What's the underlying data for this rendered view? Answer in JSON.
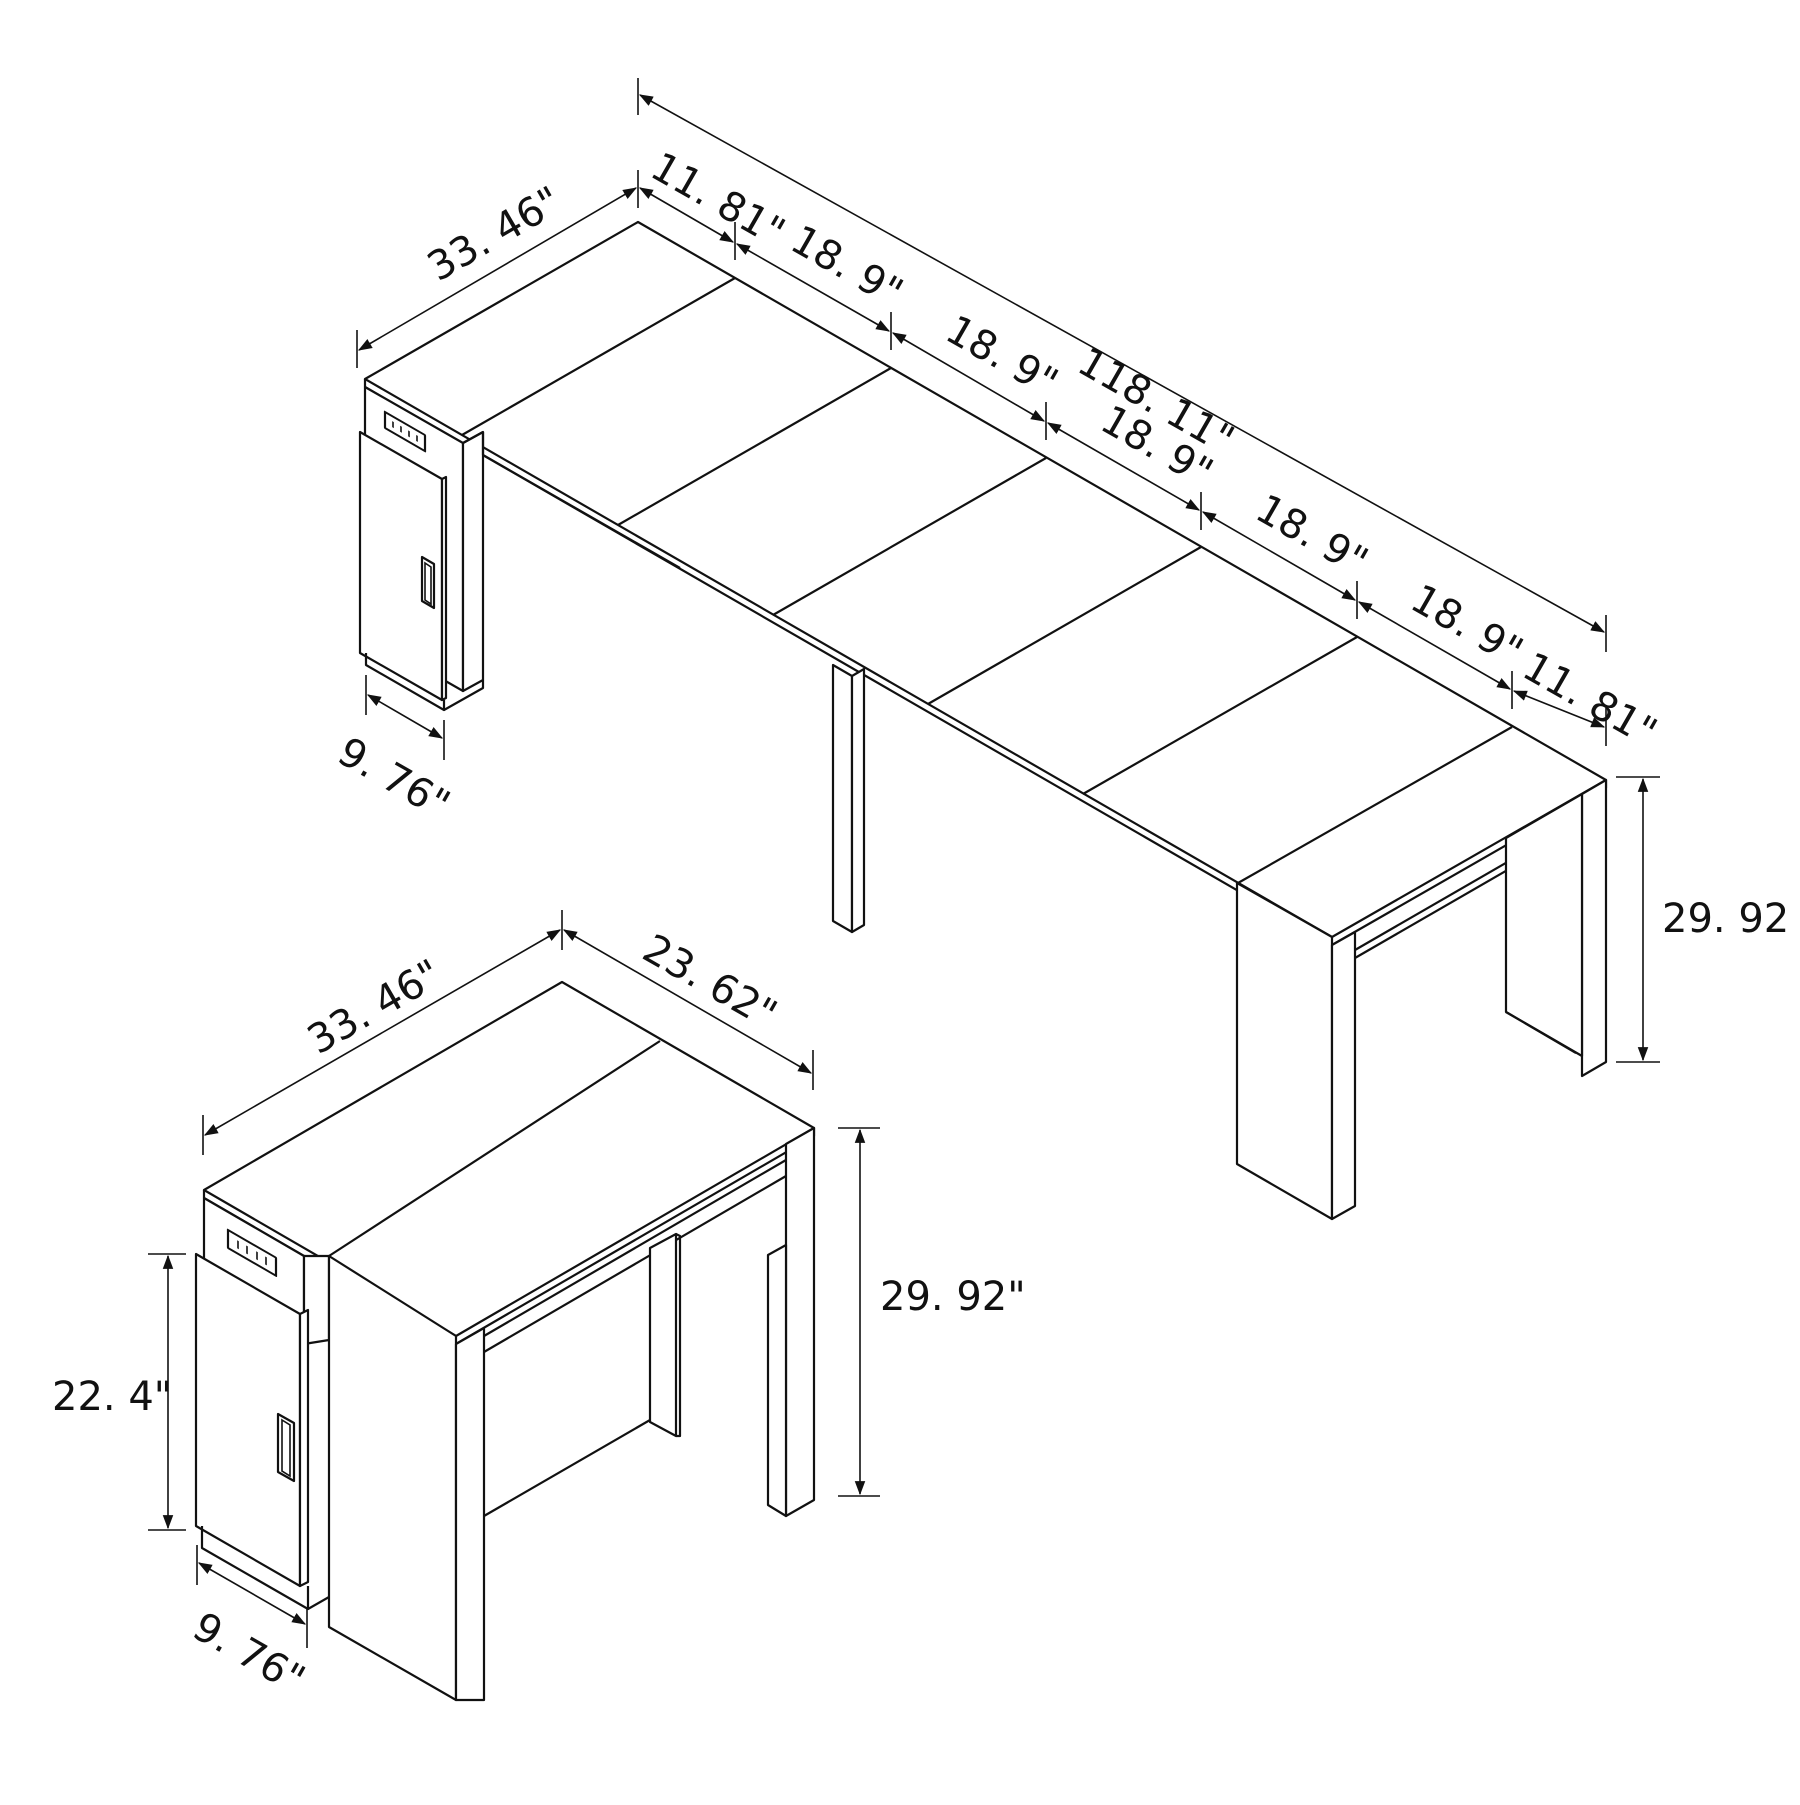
{
  "title": "Extendable console table with storage cabinet — dimension diagram",
  "extended_view": {
    "total_length": "118. 11\"",
    "depth": "33. 46\"",
    "end_segment_left": "11. 81\"",
    "end_segment_right": "11. 81\"",
    "leaf_segments": [
      "18. 9\"",
      "18. 9\"",
      "18. 9\"",
      "18. 9\"",
      "18. 9\""
    ],
    "height": "29. 92",
    "cabinet_depth": "9. 76\""
  },
  "closed_view": {
    "depth": "33. 46\"",
    "width": "23. 62\"",
    "height": "29. 92\"",
    "cabinet_door_height": "22. 4\"",
    "cabinet_depth": "9. 76\""
  },
  "icons": {
    "power_outlet": "power-outlet-icon",
    "door_handle": "door-handle-icon",
    "dimension_arrow": "dimension-arrow-icon"
  },
  "colors": {
    "line": "#111111",
    "background": "#ffffff"
  }
}
